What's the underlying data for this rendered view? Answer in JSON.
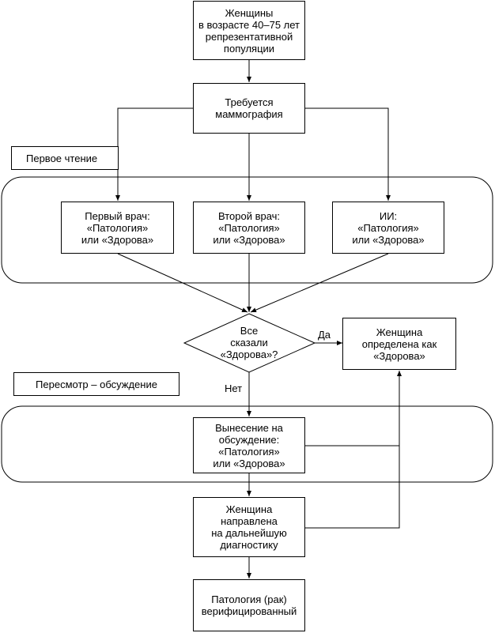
{
  "nodes": {
    "women": "Женщины\nв возрасте 40–75 лет\nрепрезентативной\nпопуляции",
    "mammo": "Требуется\nмаммография",
    "first_reading": "Первое чтение",
    "doc1": "Первый врач:\n«Патология»\nили «Здорова»",
    "doc2": "Второй врач:\n«Патология»\nили «Здорова»",
    "ai": "ИИ:\n«Патология»\nили «Здорова»",
    "decision": "Все\nсказали\n«Здорова»?",
    "yes": "Да",
    "no": "Нет",
    "healthy": "Женщина\nопределена как\n«Здорова»",
    "review": "Пересмотр – обсуждение",
    "discussion": "Вынесение на\nобсуждение:\n«Патология»\nили «Здорова»",
    "referred": "Женщина\nнаправлена\nна дальнейшую\nдиагностику",
    "verified": "Патология (рак)\nверифицированный"
  }
}
